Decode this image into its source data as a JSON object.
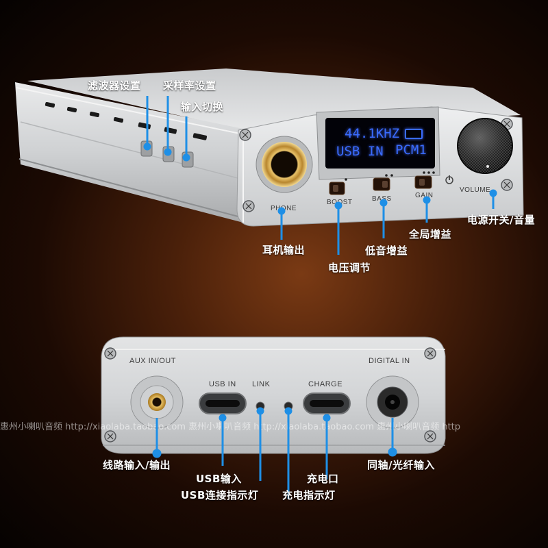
{
  "front_panel": {
    "silkscreen": {
      "phone": "PHONE",
      "boost": "BOOST",
      "bass": "BASS",
      "gain": "GAIN",
      "volume": "VOLUME"
    },
    "display": {
      "sample_rate": "44.1KHZ",
      "input": "USB IN",
      "format": "PCM1"
    },
    "callouts": {
      "filter": "滤波器设置",
      "sample_rate": "采样率设置",
      "input_switch": "输入切换",
      "headphone_out": "耳机输出",
      "voltage": "电压调节",
      "bass_boost": "低音增益",
      "global_gain": "全局增益",
      "power_volume": "电源开关/音量"
    }
  },
  "back_panel": {
    "silkscreen": {
      "aux": "AUX IN/OUT",
      "usb_in": "USB IN",
      "link": "LINK",
      "charge": "CHARGE",
      "digital_in": "DIGITAL IN"
    },
    "callouts": {
      "line_io": "线路输入/输出",
      "usb_input": "USB输入",
      "usb_link_led": "USB连接指示灯",
      "charge_port": "充电口",
      "charge_led": "充电指示灯",
      "coax_optical": "同轴/光纤输入"
    }
  },
  "watermark": "惠州小喇叭音频 http://xiaolaba.taobao.com 惠州小喇叭音频 http://xiaolaba.taobao.com 惠州小喇叭音频 http",
  "colors": {
    "callout_line": "#1e8fe6",
    "oled_text": "#3a6cff",
    "chassis": "#d4d6d8",
    "background": "#4a200a"
  }
}
